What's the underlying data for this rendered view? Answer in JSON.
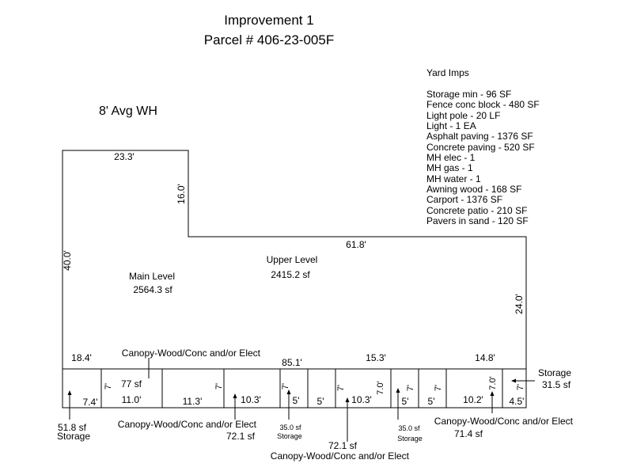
{
  "header": {
    "title": "Improvement 1",
    "parcel": "Parcel # 406-23-005F"
  },
  "wall_height": "8' Avg WH",
  "yard_imps": {
    "heading": "Yard Imps",
    "items": [
      "Storage min - 96 SF",
      "Fence conc block - 480 SF",
      "Light pole - 20 LF",
      "Light  - 1 EA",
      "Asphalt paving - 1376 SF",
      "Concrete paving - 520 SF",
      "MH elec - 1",
      "MH gas - 1",
      "MH water - 1",
      "Awning wood - 168 SF",
      "Carport - 1376 SF",
      "Concrete patio - 210 SF",
      "Pavers in sand - 120 SF"
    ]
  },
  "areas": {
    "main_name": "Main Level",
    "main_sf": "2564.3 sf",
    "upper_name": "Upper Level",
    "upper_sf": "2415.2 sf"
  },
  "dims": {
    "top": "23.3'",
    "step_vert": "16.0'",
    "step_horiz": "61.8'",
    "left": "40.0'",
    "right": "24.0'",
    "b1": "18.4'",
    "b2": "85.1'",
    "b3": "15.3'",
    "b4": "14.8'",
    "s74": "7.4'",
    "s110": "11.0'",
    "s113": "11.3'",
    "s103a": "10.3'",
    "s5a": "5'",
    "s5b": "5'",
    "s103b": "10.3'",
    "s5c": "5'",
    "s5d": "5'",
    "s102": "10.2'",
    "s45": "4.5'",
    "v7a": "7'",
    "v7b": "7'",
    "v7c": "7'",
    "v7d": "7'",
    "v7e": "7'",
    "v7f": "7'",
    "v7g": "7'",
    "v70a": "7.0'",
    "v70b": "7.0'"
  },
  "annotations": {
    "canopy_top": "Canopy-Wood/Conc and/or Elect",
    "sf77": "77 sf",
    "storage_right": "Storage",
    "storage_right_sf": "31.5 sf",
    "storage_left_sf": "51.8 sf",
    "storage_left": "Storage",
    "canopy_b1": "Canopy-Wood/Conc and/or Elect",
    "sf721a": "72.1 sf",
    "sf35a": "35.0 sf",
    "storage_a": "Storage",
    "sf721b": "72.1 sf",
    "canopy_b2": "Canopy-Wood/Conc and/or Elect",
    "sf35b": "35.0 sf",
    "storage_b": "Storage",
    "canopy_b3": "Canopy-Wood/Conc and/or Elect",
    "sf714": "71.4 sf"
  }
}
